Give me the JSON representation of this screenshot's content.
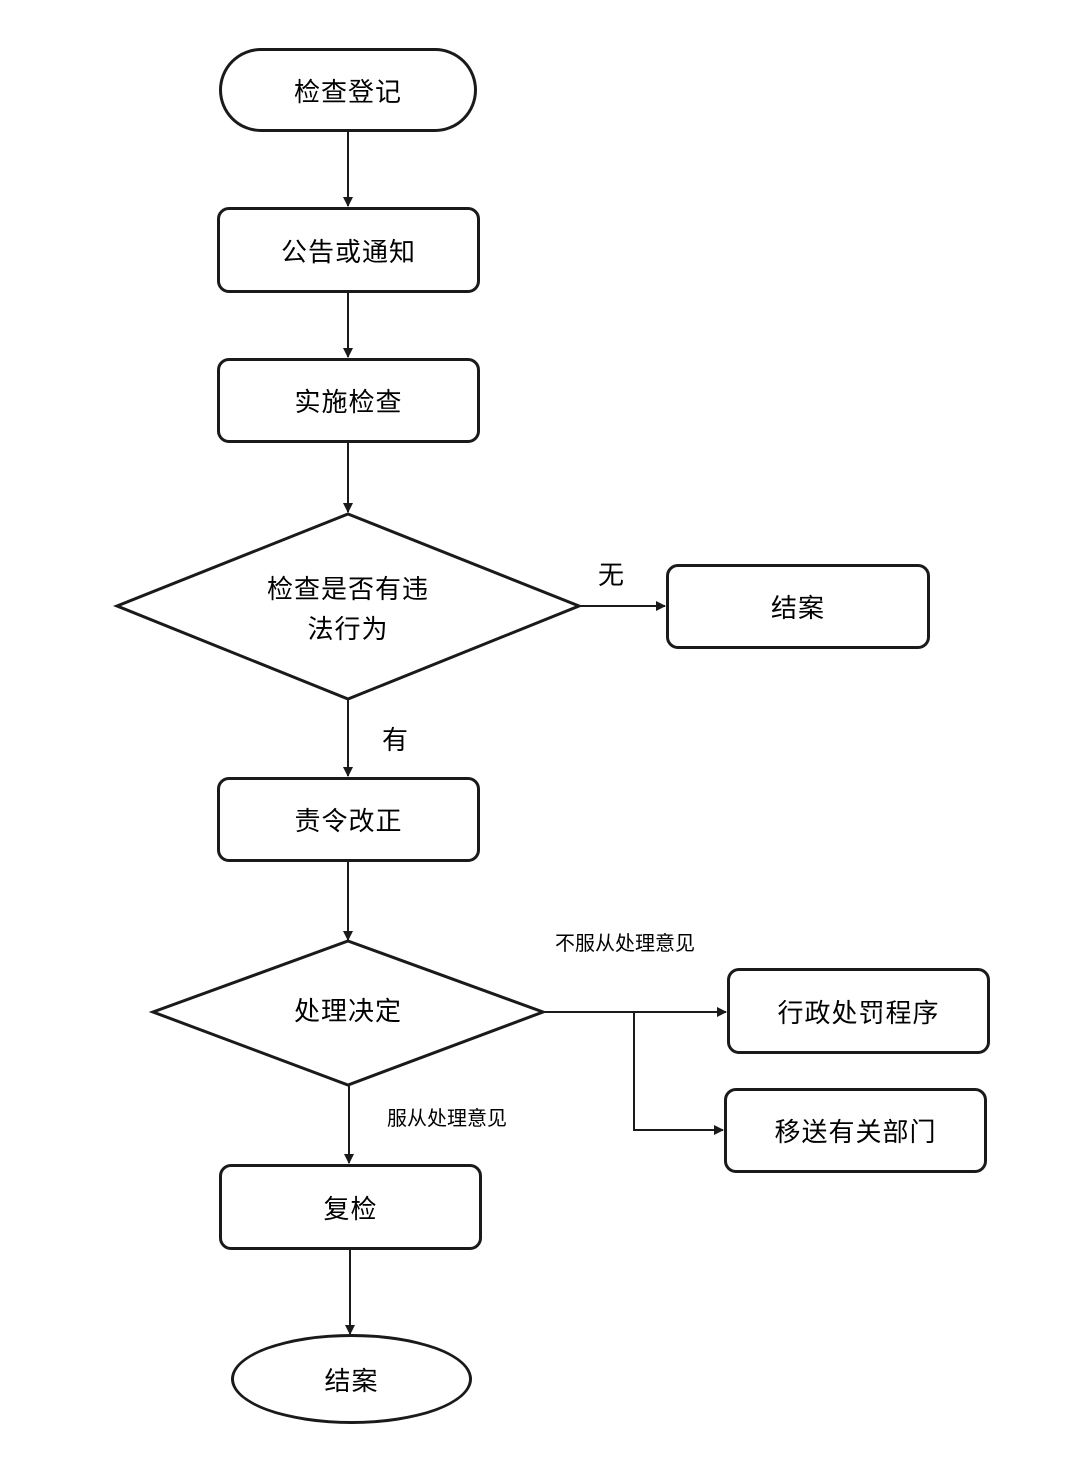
{
  "nodes": {
    "start": "检查登记",
    "notice": "公告或通知",
    "inspect": "实施检查",
    "decision_violation": "检查是否有违法行为",
    "close_no_violation": "结案",
    "order_correction": "责令改正",
    "decision_handling": "处理决定",
    "admin_penalty": "行政处罚程序",
    "transfer": "移送有关部门",
    "recheck": "复检",
    "end": "结案"
  },
  "edge_labels": {
    "no_violation": "无",
    "has_violation": "有",
    "not_comply": "不服从处理意见",
    "comply": "服从处理意见"
  }
}
